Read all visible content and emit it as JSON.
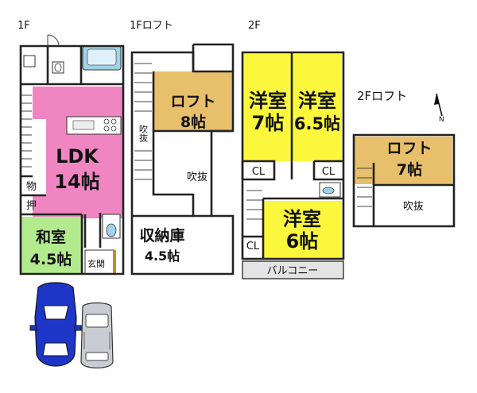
{
  "floors": {
    "f1": {
      "title": "1F",
      "ldk": {
        "name": "LDK",
        "size": "14帖"
      },
      "washitsu": {
        "name": "和室",
        "size": "4.5帖"
      },
      "storage_a": "物",
      "storage_b": "押",
      "entrance": "玄関"
    },
    "f1_loft": {
      "title": "1Fロフト",
      "loft": {
        "name": "ロフト",
        "size": "8帖"
      },
      "fukinuke_small": "吹抜",
      "fukinuke": "吹抜",
      "storage": {
        "name": "収納庫",
        "size": "4.5帖"
      }
    },
    "f2": {
      "title": "2F",
      "room1": {
        "name": "洋室",
        "size": "7帖"
      },
      "room2": {
        "name": "洋室",
        "size": "6.5帖"
      },
      "room3": {
        "name": "洋室",
        "size": "6帖"
      },
      "closet1": "CL",
      "closet2": "CL",
      "closet3": "CL",
      "balcony": "バルコニー"
    },
    "f2_loft": {
      "title": "2Fロフト",
      "loft": {
        "name": "ロフト",
        "size": "7帖"
      },
      "fukinuke": "吹抜"
    }
  },
  "compass": {
    "north": "N"
  },
  "colors": {
    "ldk": "#EF86C2",
    "washitsu": "#B2EB8E",
    "loft": "#E8BF6A",
    "youshitsu": "#FBF73C",
    "bath": "#9FD3E9",
    "car_blue": "#1E36C8",
    "car_grey": "#C9CCD2"
  }
}
